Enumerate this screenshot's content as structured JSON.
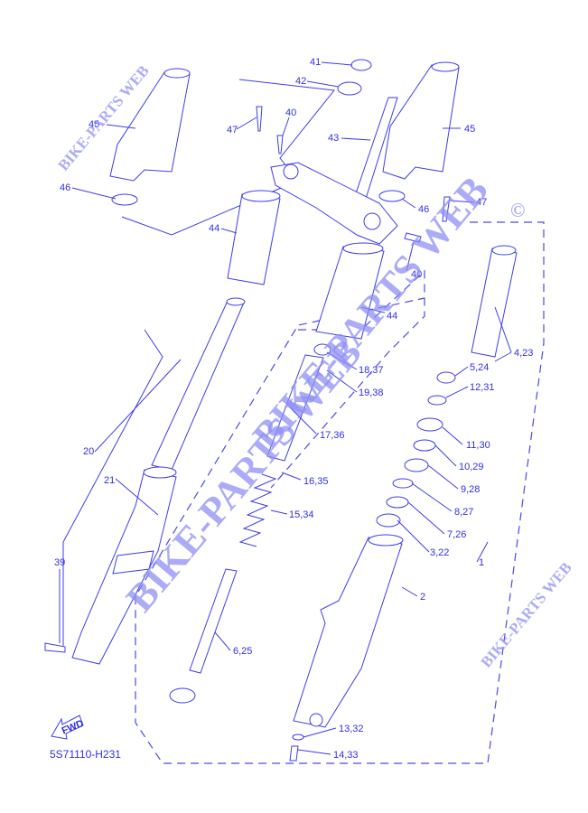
{
  "diagram": {
    "code": "5S71110-H231",
    "fwd_label": "FWD",
    "watermarks": [
      "BIKE-PARTS WEB",
      "BIKE-PARTS WEB",
      "BIKE-PARTS WEB",
      "BIKE-PARTS WEB",
      "©"
    ],
    "callouts": [
      "41",
      "42",
      "40",
      "47",
      "43",
      "45",
      "45",
      "46",
      "46",
      "47",
      "44",
      "40",
      "44",
      "18,37",
      "19,38",
      "4,23",
      "5,24",
      "12,31",
      "17,36",
      "11,30",
      "10,29",
      "20",
      "21",
      "16,35",
      "9,28",
      "15,34",
      "8,27",
      "7,26",
      "3,22",
      "39",
      "1",
      "2",
      "6,25",
      "13,32",
      "14,33"
    ],
    "colors": {
      "line": "#3c3cf0",
      "text": "#2f2fe8",
      "watermark": "#8f8ff5"
    }
  }
}
